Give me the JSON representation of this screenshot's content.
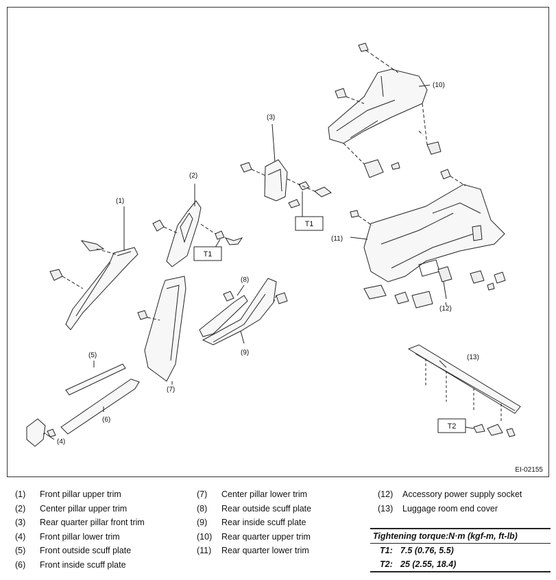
{
  "figure_id": "EI-02155",
  "callouts": {
    "c1": "(1)",
    "c2": "(2)",
    "c3": "(3)",
    "c4": "(4)",
    "c5": "(5)",
    "c6": "(6)",
    "c7": "(7)",
    "c8": "(8)",
    "c9": "(9)",
    "c10": "(10)",
    "c11": "(11)",
    "c12": "(12)",
    "c13": "(13)"
  },
  "torque_boxes": {
    "t1a": "T1",
    "t1b": "T1",
    "t2": "T2"
  },
  "legend": {
    "col1": [
      {
        "num": "(1)",
        "label": "Front pillar upper trim"
      },
      {
        "num": "(2)",
        "label": "Center pillar upper trim"
      },
      {
        "num": "(3)",
        "label": "Rear quarter pillar front trim"
      },
      {
        "num": "(4)",
        "label": "Front pillar lower trim"
      },
      {
        "num": "(5)",
        "label": "Front outside scuff plate"
      },
      {
        "num": "(6)",
        "label": "Front inside scuff plate"
      }
    ],
    "col2": [
      {
        "num": "(7)",
        "label": "Center pillar lower trim"
      },
      {
        "num": "(8)",
        "label": "Rear outside scuff plate"
      },
      {
        "num": "(9)",
        "label": "Rear inside scuff plate"
      },
      {
        "num": "(10)",
        "label": "Rear quarter upper trim"
      },
      {
        "num": "(11)",
        "label": "Rear quarter lower trim"
      }
    ],
    "col3": [
      {
        "num": "(12)",
        "label": "Accessory power supply socket"
      },
      {
        "num": "(13)",
        "label": "Luggage room end cover"
      }
    ]
  },
  "torque": {
    "heading": "Tightening torque:N·m (kgf-m, ft-lb)",
    "rows": [
      {
        "key": "T1:",
        "value": "7.5 (0.76, 5.5)"
      },
      {
        "key": "T2:",
        "value": "25 (2.55, 18.4)"
      }
    ]
  }
}
